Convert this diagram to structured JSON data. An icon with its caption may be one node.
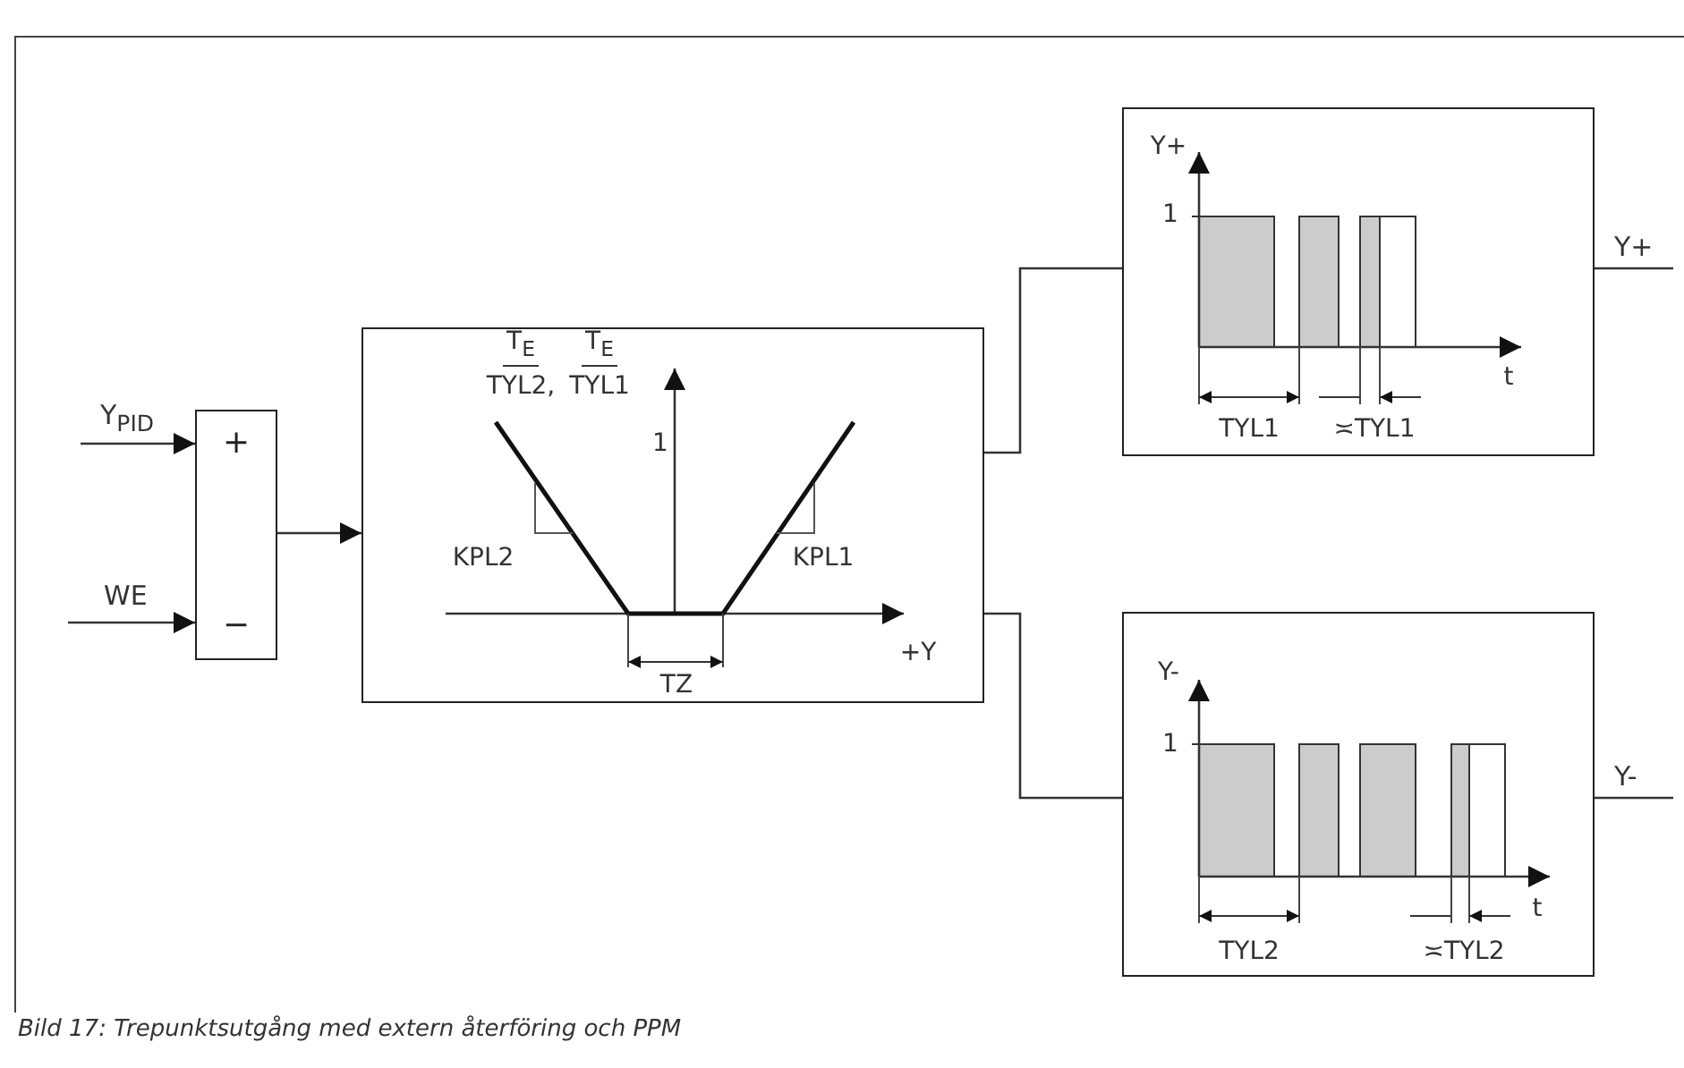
{
  "diagram": {
    "caption": "Bild 17: Trepunktsutgång med extern återföring och PPM",
    "nodes": [
      {
        "text": [
          "+",
          "−"
        ]
      },
      {
        "text": [],
        "shape": "box"
      },
      {
        "text": [],
        "shape": "box"
      },
      {
        "text": [],
        "shape": "box"
      }
    ],
    "edges": [
      {
        "from": null,
        "to": 0,
        "arrow": "to",
        "label": "Y$_{PID}$"
      },
      {
        "from": null,
        "to": 0,
        "arrow": "to",
        "label": "WE"
      },
      {
        "from": 0,
        "to": 1,
        "arrow": "to"
      },
      {
        "from": 1,
        "to": 2,
        "arrow": "none"
      },
      {
        "from": 1,
        "to": 3,
        "arrow": "none"
      },
      {
        "from": 2,
        "to": null,
        "arrow": "none",
        "label": "Y+"
      },
      {
        "from": 3,
        "to": null,
        "arrow": "none",
        "label": "Y-"
      }
    ],
    "labels": [
      "T$_{E}$",
      "TYL2,",
      "T$_{E}$",
      "TYL1",
      "1",
      "KPL2",
      "KPL1",
      "+Y",
      "TZ",
      "Y+",
      "1",
      "t",
      "TYL1",
      "≍TYL1",
      "Y-",
      "1",
      "t",
      "TYL2",
      "≍TYL2"
    ]
  }
}
